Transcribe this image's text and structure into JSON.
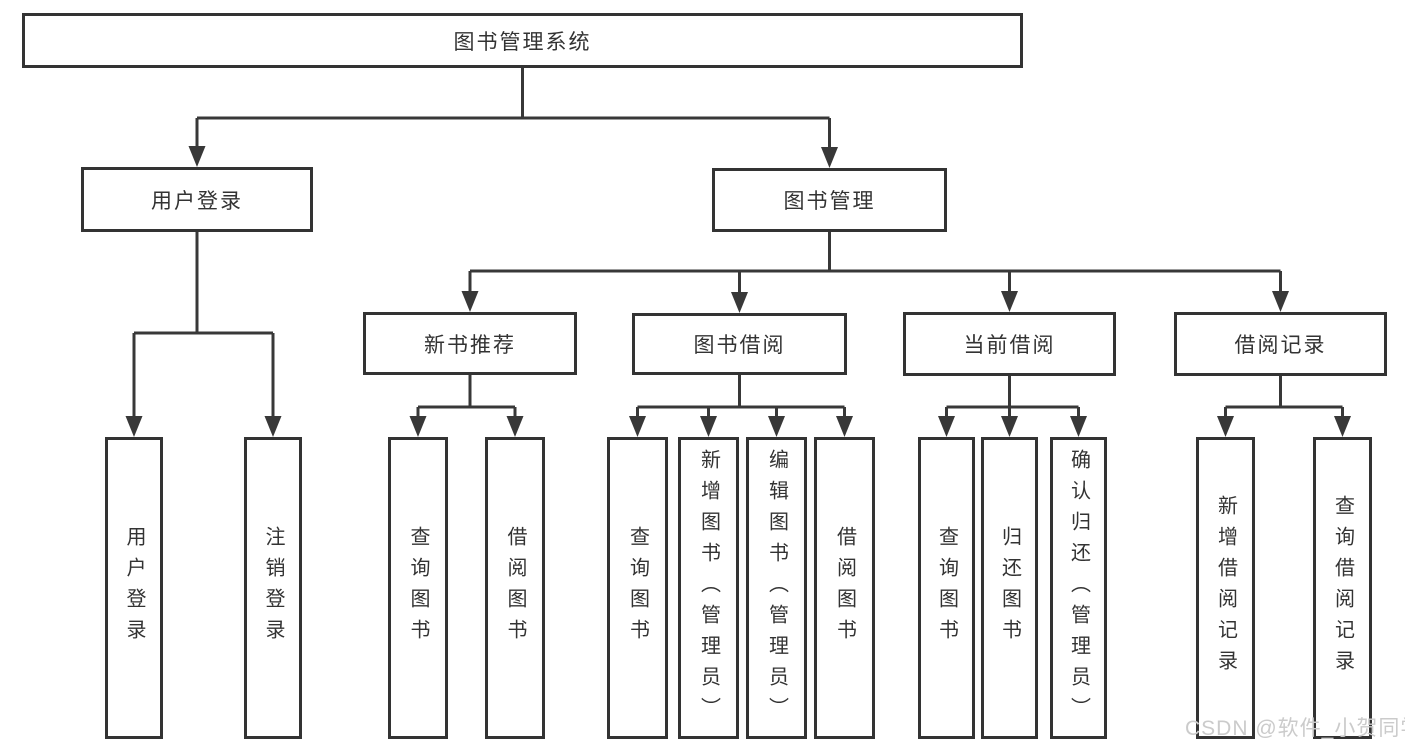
{
  "tree": {
    "label": "图书管理系统",
    "children": [
      {
        "label": "用户登录",
        "children": [
          {
            "label": "用户登录"
          },
          {
            "label": "注销登录"
          }
        ]
      },
      {
        "label": "图书管理",
        "children": [
          {
            "label": "新书推荐",
            "children": [
              {
                "label": "查询图书"
              },
              {
                "label": "借阅图书"
              }
            ]
          },
          {
            "label": "图书借阅",
            "children": [
              {
                "label": "查询图书"
              },
              {
                "label": "新增图书（管理员）"
              },
              {
                "label": "编辑图书（管理员）"
              },
              {
                "label": "借阅图书"
              }
            ]
          },
          {
            "label": "当前借阅",
            "children": [
              {
                "label": "查询图书"
              },
              {
                "label": "归还图书"
              },
              {
                "label": "确认归还（管理员）"
              }
            ]
          },
          {
            "label": "借阅记录",
            "children": [
              {
                "label": "新增借阅记录"
              },
              {
                "label": "查询借阅记录"
              }
            ]
          }
        ]
      }
    ]
  },
  "watermark": {
    "text": "CSDN @软件_小贺同学"
  },
  "colors": {
    "line": "#383838",
    "box_border": "#333333",
    "text": "#333333",
    "background": "#ffffff",
    "watermark": "#cbcbcb"
  }
}
